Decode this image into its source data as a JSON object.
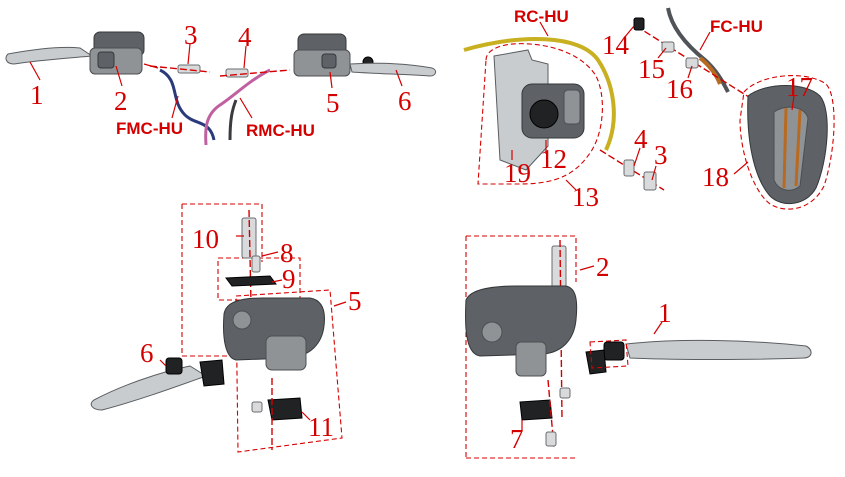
{
  "colors": {
    "callout": "#d40000",
    "metal": "#8f9396",
    "dark_metal": "#5e6266",
    "brake_hose_front": "#2a3a7a",
    "brake_hose_rear": "#c060a0",
    "brake_hose_gold": "#c8b020",
    "copper": "#b86a20"
  },
  "hose_labels": {
    "fmc": "FMC-HU",
    "rmc": "RMC-HU",
    "rc": "RC-HU",
    "fc": "FC-HU"
  },
  "callouts": {
    "handlebar": [
      "1",
      "2",
      "3",
      "4",
      "5",
      "6"
    ],
    "caliper": [
      "12",
      "13",
      "14",
      "15",
      "16",
      "17",
      "18",
      "19",
      "4",
      "3"
    ],
    "left_assembly": [
      "10",
      "8",
      "9",
      "5",
      "6",
      "11"
    ],
    "right_assembly": [
      "2",
      "1",
      "7"
    ]
  }
}
